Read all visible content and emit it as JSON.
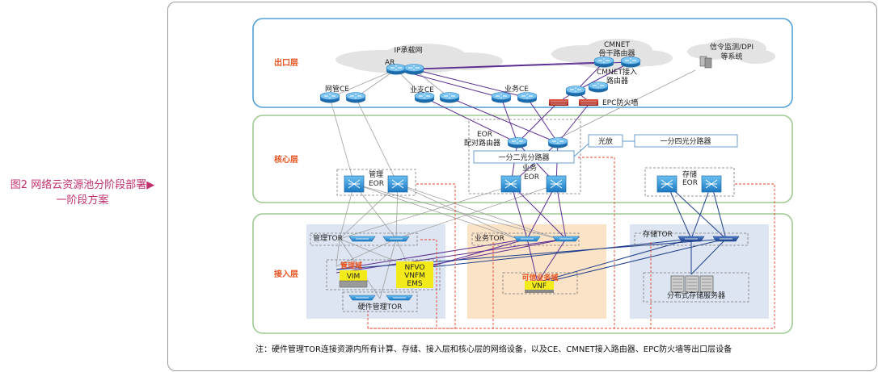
{
  "caption": {
    "line1": "图2  网络云资源池分阶段部署",
    "arrow": "▶",
    "line2": "一阶段方案"
  },
  "layers": {
    "exit": "出口层",
    "core": "核心层",
    "access": "接入层"
  },
  "clouds": {
    "ip_bearer": "IP承载网",
    "cmnet_line1": "CMNET",
    "cmnet_line2": "骨干路由器",
    "signal_line1": "信令监测/DPI",
    "signal_line2": "等系统"
  },
  "labels": {
    "ar": "AR",
    "mgmt_ce": "网管CE",
    "bizsup_ce": "业支CE",
    "service_ce": "业务CE",
    "cmnet_access_line1": "CMNET接入",
    "cmnet_access_line2": "路由器",
    "epc_fw": "EPC防火墙",
    "eor_pair_line1": "EOR",
    "eor_pair_line2": "配对路由器",
    "splitter_2": "一分二光分路器",
    "optical_amp": "光放",
    "splitter_4": "一分四光分路器",
    "mgmt_eor_line1": "管理",
    "mgmt_eor_line2": "EOR",
    "service_eor_line1": "业务",
    "service_eor_line2": "EOR",
    "storage_eor_line1": "存储",
    "storage_eor_line2": "EOR",
    "mgmt_tor": "管理TOR",
    "service_tor": "业务TOR",
    "storage_tor": "存储TOR",
    "mgmt_domain": "管理域",
    "vim": "VIM",
    "nfvo": "NFVO",
    "vnfm": "VNFM",
    "ems": "EMS",
    "hw_mgmt_tor": "硬件管理TOR",
    "trusted_domain": "可信业务域",
    "vnf": "VNF",
    "dist_storage": "分布式存储服务器"
  },
  "note": "注：硬件管理TOR连接资源内所有计算、存储、接入层和核心层的网络设备，以及CE、CMNET接入路由器、EPC防火墙等出口层设备",
  "colors": {
    "caption": "#c0306f",
    "layer_label": "#e8531f",
    "exit_border": "#4fa0d8",
    "core_border": "#9ec98f",
    "router_blue": "#3a8fd0",
    "switch_blue": "#1f8fd8",
    "purple_link": "#5b2d91",
    "grey_link": "#9a9a9a",
    "red_dashed": "#e8412a",
    "yellow_box": "#f3ea1a",
    "service_zone": "#fbe3c8",
    "mgmt_zone": "#dde4f2"
  }
}
